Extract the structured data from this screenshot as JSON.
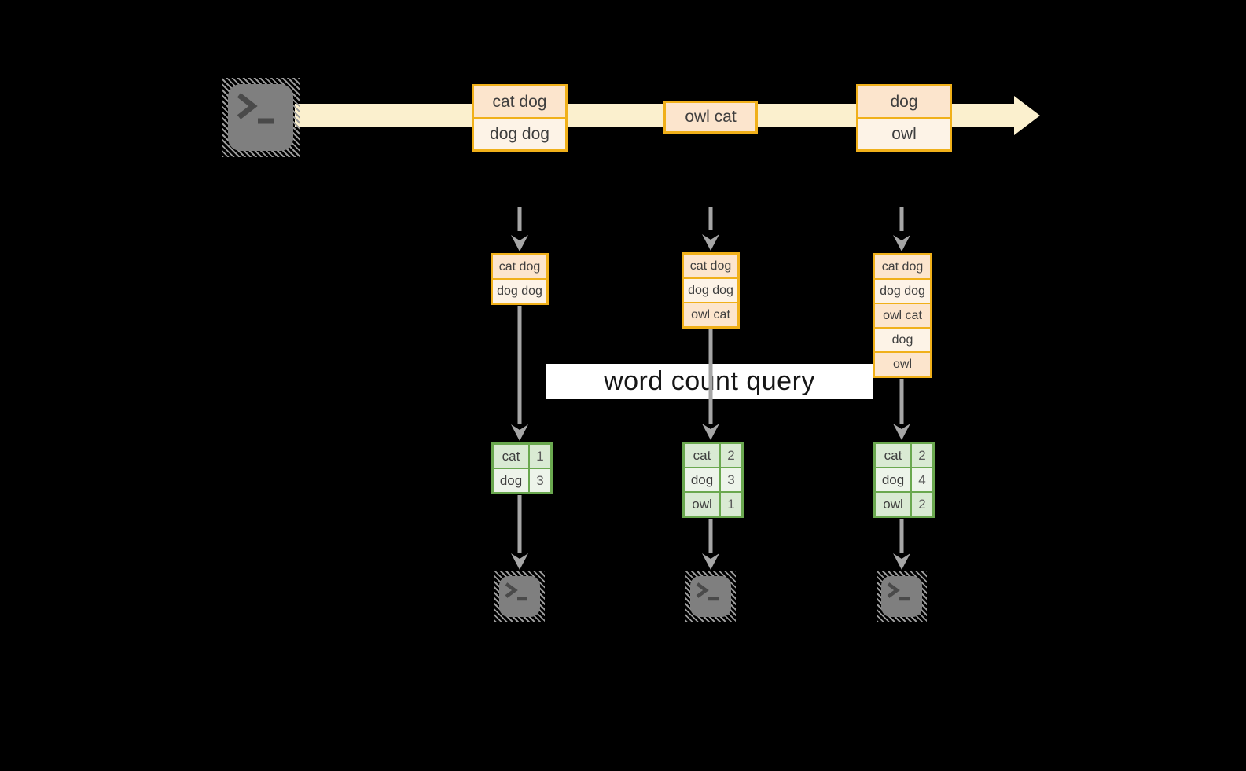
{
  "colors": {
    "bg": "#000000",
    "white": "#FFFFFF",
    "query_text": "#161616",
    "orange_border": "#F0B01A",
    "peach_dark": "#FCE5CD",
    "peach_light": "#FDF3E7",
    "green_border": "#6AA84F",
    "green_dark": "#D9EAD3",
    "green_light": "#EDF4EA",
    "band_cream": "#FBF0CE",
    "gray_line": "#A6A6A6",
    "icon_gray": "#7F7F7F",
    "icon_hatch": "#9B9B9B",
    "glyph_gray": "#4A4A4A",
    "text_dark": "#3F3F3F",
    "num_gray": "#5B5B5B"
  },
  "query_label": "word count query",
  "icons": {
    "source": "terminal-icon",
    "outputs": [
      "terminal-icon",
      "terminal-icon",
      "terminal-icon"
    ]
  },
  "timeline": {
    "events": [
      {
        "lines": [
          "cat dog",
          "dog dog"
        ]
      },
      {
        "lines": [
          "owl cat"
        ]
      },
      {
        "lines": [
          "dog",
          "owl"
        ]
      }
    ]
  },
  "columns": [
    {
      "stream": [
        "cat dog",
        "dog dog"
      ],
      "counts": [
        {
          "word": "cat",
          "value": "1"
        },
        {
          "word": "dog",
          "value": "3"
        }
      ]
    },
    {
      "stream": [
        "cat dog",
        "dog dog",
        "owl cat"
      ],
      "counts": [
        {
          "word": "cat",
          "value": "2"
        },
        {
          "word": "dog",
          "value": "3"
        },
        {
          "word": "owl",
          "value": "1"
        }
      ]
    },
    {
      "stream": [
        "cat dog",
        "dog dog",
        "owl cat",
        "dog",
        "owl"
      ],
      "counts": [
        {
          "word": "cat",
          "value": "2"
        },
        {
          "word": "dog",
          "value": "4"
        },
        {
          "word": "owl",
          "value": "2"
        }
      ]
    }
  ]
}
